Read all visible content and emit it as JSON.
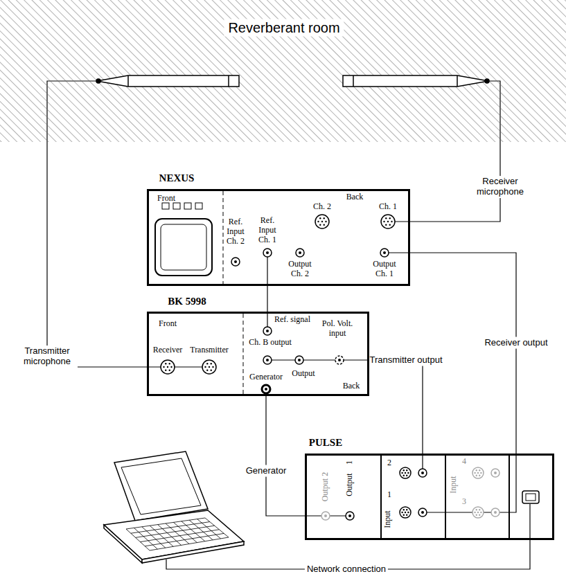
{
  "diagram": {
    "nodes": [
      {
        "text": [
          "Reverberant room"
        ]
      },
      {
        "text": [
          "NEXUS",
          "Front",
          "Back",
          "Ref. Input Ch. 2",
          "Ref. Input Ch. 1",
          "Ch. 2",
          "Ch. 1",
          "Output Ch. 2",
          "Output Ch. 1"
        ]
      },
      {
        "text": [
          "BK 5998",
          "Front",
          "Back",
          "Receiver",
          "Transmitter",
          "Ref. signal",
          "Ch. B output",
          "Output",
          "Pol. Volt. input",
          "Generator"
        ]
      },
      {
        "text": [
          "PULSE",
          "Output",
          "1",
          "Output 2",
          "Input",
          "2",
          "1",
          "Input",
          "4",
          "3"
        ]
      }
    ],
    "edges": [
      {
        "from": 0,
        "to": 2,
        "label": "Transmitter microphone",
        "arrow": "none"
      },
      {
        "from": 0,
        "to": 1,
        "label": "Receiver microphone",
        "arrow": "none"
      },
      {
        "from": 1,
        "to": 2,
        "arrow": "none"
      },
      {
        "from": 2,
        "to": 3,
        "label": "Transmitter output",
        "arrow": "none"
      },
      {
        "from": 1,
        "to": 3,
        "label": "Receiver output",
        "arrow": "none"
      },
      {
        "from": 2,
        "to": 3,
        "label": "Generator",
        "arrow": "none"
      }
    ],
    "labels": [
      "Network connection"
    ]
  }
}
